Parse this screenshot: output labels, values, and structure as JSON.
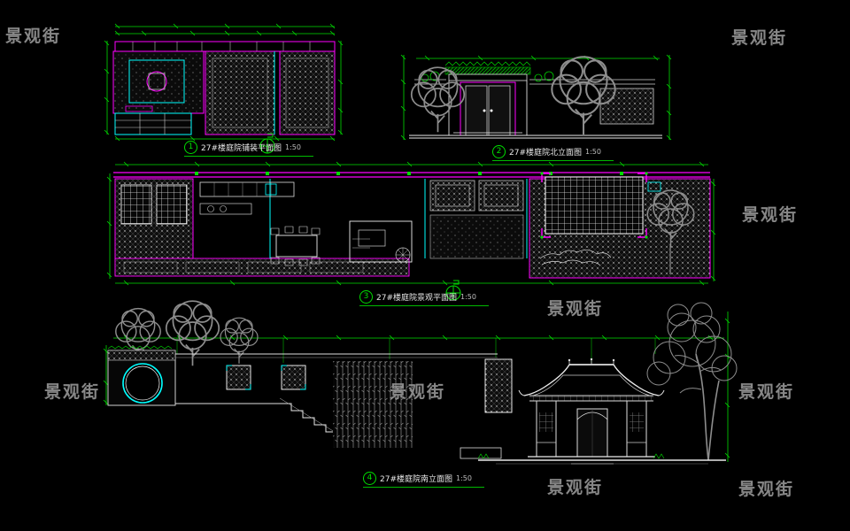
{
  "watermark": {
    "text": "景观街"
  },
  "drawings": [
    {
      "num": "1",
      "title": "27#楼庭院铺装平面图",
      "scale": "1:50"
    },
    {
      "num": "2",
      "title": "27#楼庭院北立面图",
      "scale": "1:50"
    },
    {
      "num": "3",
      "title": "27#楼庭院景观平面图",
      "scale": "1:50"
    },
    {
      "num": "4",
      "title": "27#楼庭院南立面图",
      "scale": "1:50"
    }
  ],
  "colors": {
    "background": "#000000",
    "dimension_green": "#00dd00",
    "outline_magenta": "#ff00ff",
    "detail_cyan": "#00ffff",
    "linework_white": "#e8e8e8",
    "tree_gray": "#8d8d8d",
    "watermark_gray": "#9a9a9a"
  }
}
